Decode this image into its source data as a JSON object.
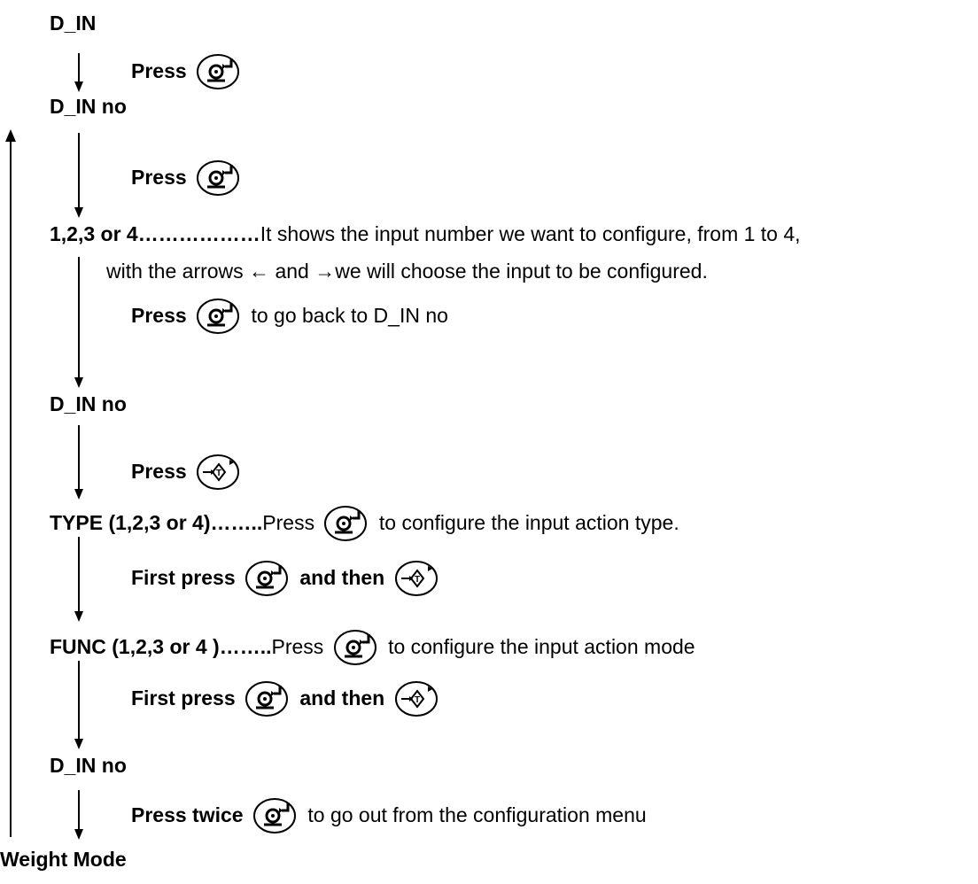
{
  "steps": {
    "d_in": "D_IN",
    "press1": "Press",
    "d_in_no_1": "D_IN no",
    "press2": "Press",
    "sel_label": "1,2,3 or 4………………",
    "sel_desc1": "It shows the input number we want to configure, from 1 to 4,",
    "sel_desc2": "with the arrows ← and →we will choose the input to be configured.",
    "press3": "Press",
    "press3_after": "to go back to D_IN no",
    "d_in_no_2": "D_IN no",
    "press4": "Press",
    "type_label": "TYPE (1,2,3 or 4)……..",
    "type_press": "Press",
    "type_after": "to configure the input action type.",
    "first_press_1": "First press",
    "and_then_1": "and then",
    "func_label": "FUNC (1,2,3 or 4 )……..",
    "func_press": "Press",
    "func_after": "to configure the input action mode",
    "first_press_2": "First press",
    "and_then_2": "and then",
    "d_in_no_3": "D_IN no",
    "press_twice": "Press twice",
    "press_twice_after": "to go out from the configuration menu",
    "weight_mode": "Weight Mode"
  },
  "icons": {
    "enter_key": "enter-key-icon",
    "tare_key": "tare-key-icon"
  }
}
